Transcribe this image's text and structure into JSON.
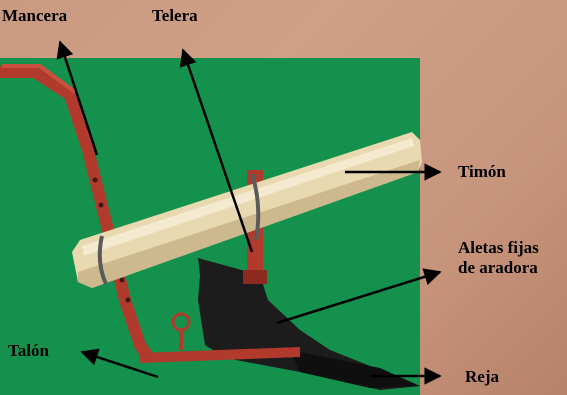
{
  "labels": {
    "mancera": "Mancera",
    "telera": "Telera",
    "timon": "Timón",
    "aletas_line1": "Aletas fijas",
    "aletas_line2": "de aradora",
    "talon": "Talón",
    "reja": "Reja"
  },
  "colors": {
    "background_green": "#15914e",
    "frame_red": "#b23a2c",
    "beam_wood": "#e8d9b0",
    "blade_black": "#1c1c1c",
    "arrow": "#000000"
  }
}
